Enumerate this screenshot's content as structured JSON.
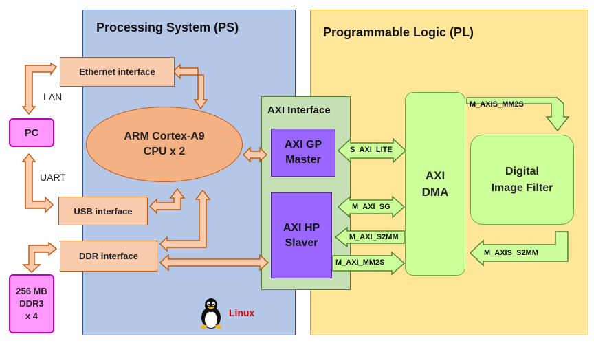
{
  "ps": {
    "title": "Processing System (PS)",
    "ethernet": "Ethernet interface",
    "cpu_line1": "ARM Cortex-A9",
    "cpu_line2": "CPU x 2",
    "usb": "USB interface",
    "ddr": "DDR interface",
    "linux": "Linux"
  },
  "external": {
    "pc": "PC",
    "lan": "LAN",
    "uart": "UART",
    "mem_line1": "256 MB",
    "mem_line2": "DDR3",
    "mem_line3": "x 4"
  },
  "axi_interface": {
    "title": "AXI Interface",
    "gp_line1": "AXI GP",
    "gp_line2": "Master",
    "hp_line1": "AXI HP",
    "hp_line2": "Slaver"
  },
  "pl": {
    "title": "Programmable Logic (PL)",
    "dma_line1": "AXI",
    "dma_line2": "DMA",
    "filter_line1": "Digital",
    "filter_line2": "Image Filter"
  },
  "signals": {
    "s_axi_lite": "S_AXI_LITE",
    "m_axi_sg": "M_AXI_SG",
    "m_axi_s2mm": "M_AXI_S2MM",
    "m_axi_mm2s": "M_AXI_MM2S",
    "m_axis_mm2s": "M_AXIS_MM2S",
    "m_axis_s2mm": "M_AXIS_S2MM"
  },
  "colors": {
    "ps_fill": "#b4c7e7",
    "pl_fill": "#ffe699",
    "interface_fill": "#f8cbad",
    "arrow_orange": "#c55a11",
    "axi_fill": "#c5e0b4",
    "purple_fill": "#9966ff",
    "green_fill": "#ccff99",
    "pink_fill": "#ff99ff",
    "linux_red": "#e00000"
  },
  "icons": [
    "tux-penguin-icon"
  ]
}
